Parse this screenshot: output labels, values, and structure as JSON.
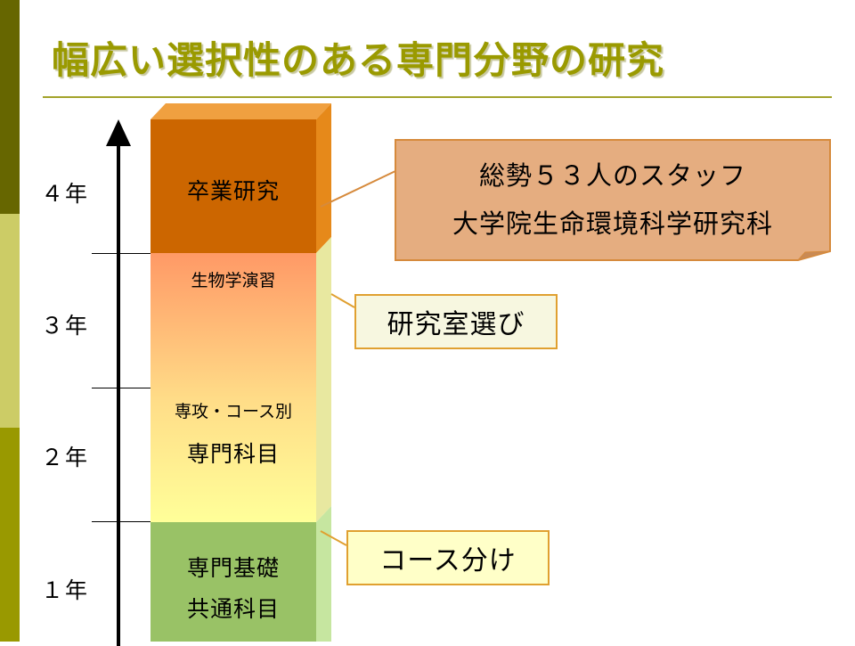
{
  "title": "幅広い選択性のある専門分野の研究",
  "years": [
    "４年",
    "３年",
    "２年",
    "１年"
  ],
  "blocks": {
    "graduation": "卒業研究",
    "practicum": "生物学演習",
    "specialization": "専攻・コース別",
    "specialized_subjects": "専門科目",
    "foundation": "専門基礎",
    "common_subjects": "共通科目"
  },
  "callouts": {
    "staff_line1": "総勢５３人のスタッフ",
    "staff_line2": "大学院生命環境科学研究科",
    "lab_selection": "研究室選び",
    "course_division": "コース分け"
  },
  "colors": {
    "title": "#9a9a00",
    "graduation_block": "#cc6600",
    "gradient_top": "#ff9966",
    "gradient_bottom": "#ffff99",
    "foundation_block": "#99c266",
    "callout_border": "#e0a030"
  }
}
